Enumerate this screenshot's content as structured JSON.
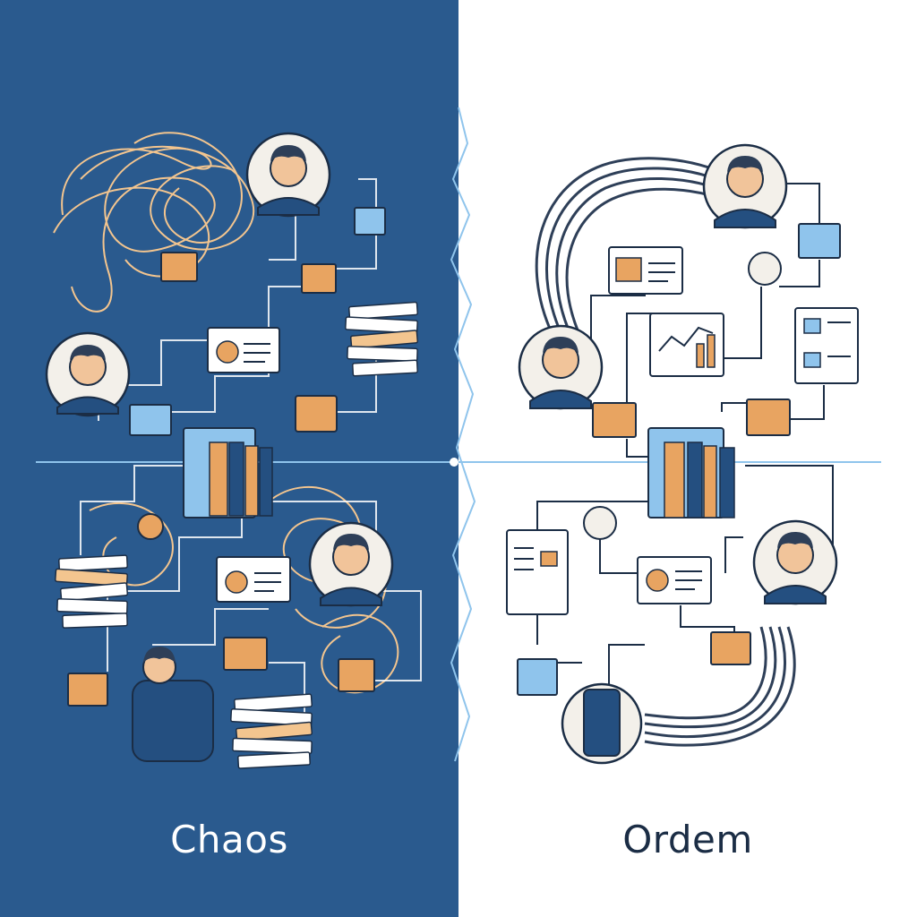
{
  "left_panel": {
    "caption": "Chaos"
  },
  "right_panel": {
    "caption": "Ordem"
  },
  "palette": {
    "blue": "#2a5a8e",
    "blue_deep": "#244f80",
    "ink": "#1b2d45",
    "orange": "#e8a461",
    "orange_light": "#f3c58f",
    "pale_blue": "#8fc4ec",
    "white": "#ffffff",
    "paper": "#f3f0ea",
    "face": "#f1c49a",
    "hair": "#2e3f58"
  },
  "icons": {
    "left": [
      "tangled-wires",
      "worried-man-avatar",
      "thinking-man-avatar",
      "stressed-man-avatar",
      "crying-man-avatar",
      "paper-stack",
      "binders",
      "chat-window",
      "envelope",
      "settings-gear",
      "user-card",
      "crouched-man"
    ],
    "right": [
      "organized-cable-bundle",
      "calm-man-avatar",
      "man-avatar",
      "thinking-man-avatar",
      "chart-window",
      "document-card",
      "binders",
      "chat-window",
      "user-card",
      "lock-node",
      "settings-node"
    ]
  }
}
